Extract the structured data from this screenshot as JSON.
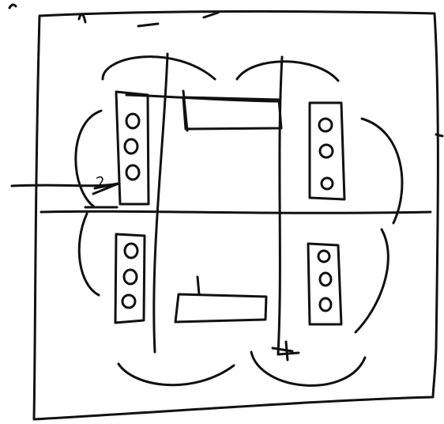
{
  "diagram": {
    "ink_color": "#111111",
    "paper_color": "#ffffff",
    "annotation_label": "2",
    "panels": [
      {
        "id": "top-left",
        "holes": 3
      },
      {
        "id": "top-right",
        "holes": 3
      },
      {
        "id": "bottom-left",
        "holes": 3
      },
      {
        "id": "bottom-right",
        "holes": 3
      }
    ]
  }
}
